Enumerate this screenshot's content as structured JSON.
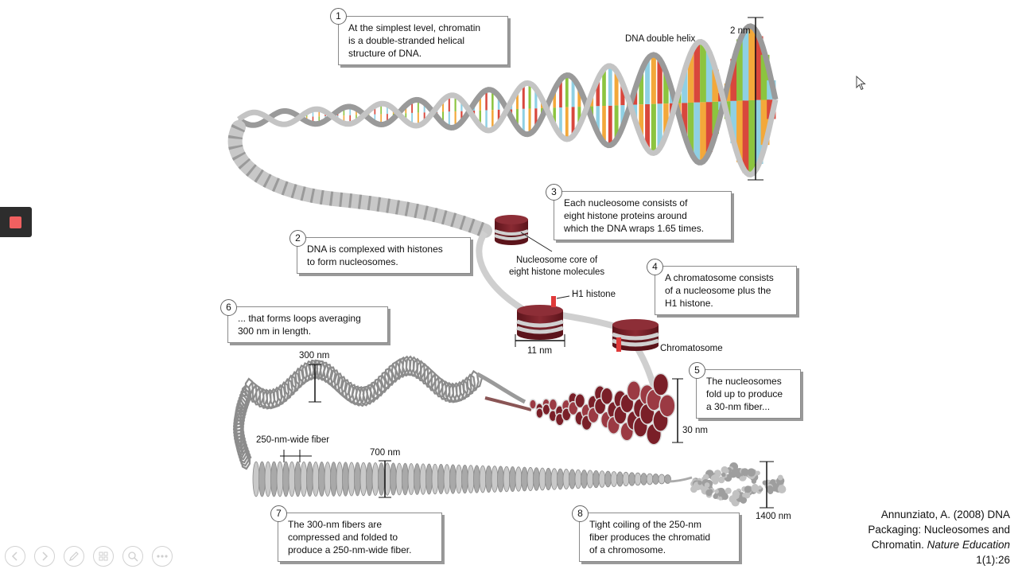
{
  "labels": {
    "dna_helix": "DNA double helix",
    "width_2nm": "2 nm",
    "nucleosome_core": [
      "Nucleosome core of",
      "eight histone molecules"
    ],
    "h1_histone": "H1 histone",
    "width_11nm": "11 nm",
    "chromatosome": "Chromatosome",
    "width_300nm": "300 nm",
    "width_30nm": "30 nm",
    "fiber_250": "250-nm-wide fiber",
    "width_700nm": "700 nm",
    "width_1400nm": "1400 nm"
  },
  "callouts": [
    {
      "num": "1",
      "lines": [
        "At the simplest level, chromatin",
        "is a double-stranded helical",
        "structure of DNA."
      ]
    },
    {
      "num": "2",
      "lines": [
        "DNA is complexed with histones",
        "to form nucleosomes."
      ]
    },
    {
      "num": "3",
      "lines": [
        "Each nucleosome consists of",
        "eight histone proteins around",
        "which the DNA wraps 1.65 times."
      ]
    },
    {
      "num": "4",
      "lines": [
        "A chromatosome consists",
        "of a nucleosome plus the",
        "H1 histone."
      ]
    },
    {
      "num": "5",
      "lines": [
        "The nucleosomes",
        "fold up to produce",
        "a 30-nm fiber..."
      ]
    },
    {
      "num": "6",
      "lines": [
        "... that forms loops averaging",
        "300 nm in length."
      ]
    },
    {
      "num": "7",
      "lines": [
        "The 300-nm fibers are",
        "compressed and folded to",
        "produce a 250-nm-wide fiber."
      ]
    },
    {
      "num": "8",
      "lines": [
        "Tight coiling of the 250-nm",
        "fiber produces the chromatid",
        "of a chromosome."
      ]
    }
  ],
  "citation": {
    "line1": "Annunziato, A. (2008) DNA",
    "line2": "Packaging: Nucleosomes and",
    "line3_plain": "Chromatin. ",
    "line3_italic": "Nature Education",
    "line4": "1(1):26"
  },
  "toolbar": {
    "prev_icon": "arrow-left-icon",
    "next_icon": "arrow-right-icon",
    "pen_icon": "pen-icon",
    "slides_icon": "slides-icon",
    "zoom_icon": "zoom-icon",
    "more_icon": "more-icon"
  },
  "colors": {
    "histone": "#7a1f28",
    "dna_backbone": "#9a9a9a",
    "base_red": "#d8473c",
    "base_green": "#8cc43f",
    "base_blue": "#8fd0e4",
    "base_orange": "#f3a83a",
    "h1": "#e03a3a"
  }
}
